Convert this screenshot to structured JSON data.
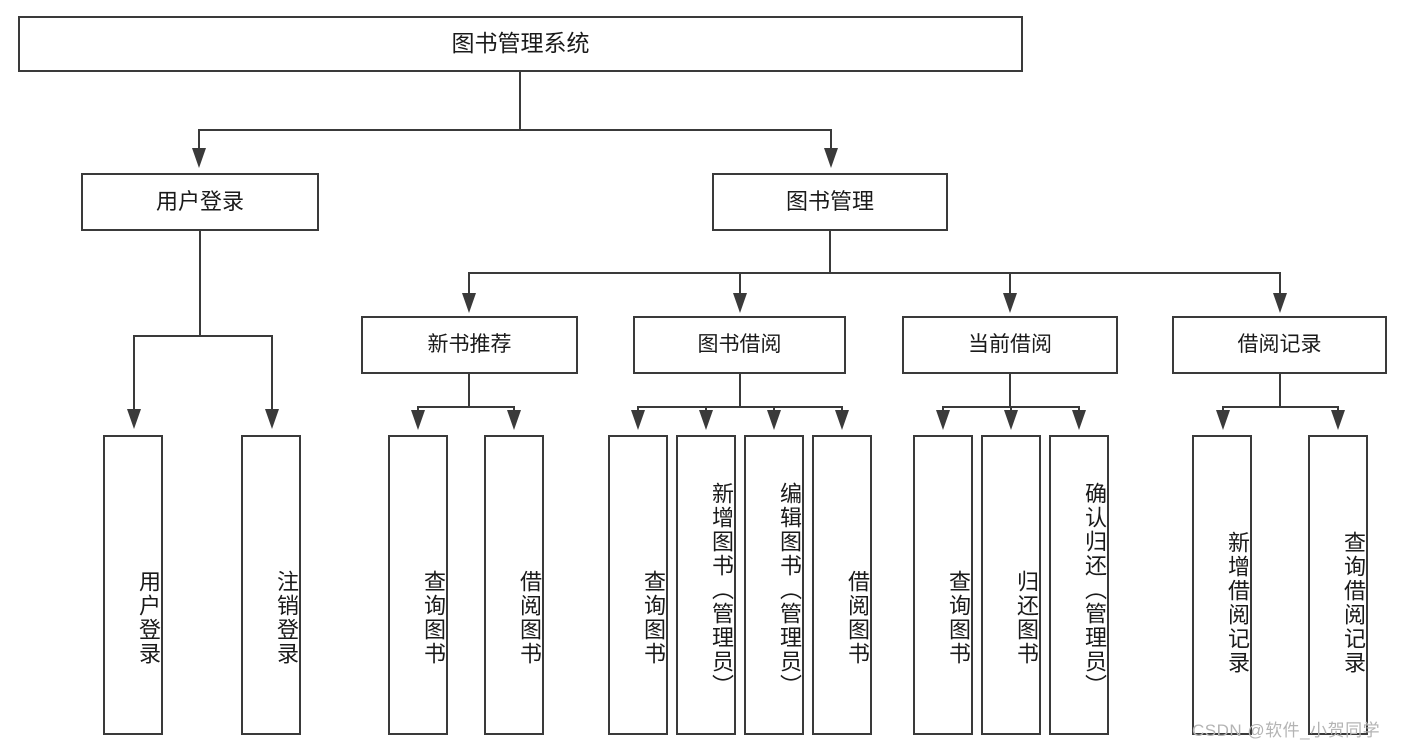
{
  "diagram": {
    "type": "tree-hierarchy-chart",
    "title": "图书管理系统",
    "watermark": "CSDN @软件_小贺同学",
    "colors": {
      "stroke": "#3a3a3a",
      "fill": "#ffffff",
      "text": "#1a1a1a",
      "watermark": "#b4b4b4"
    },
    "root": {
      "label": "图书管理系统"
    },
    "level2": [
      {
        "label": "用户登录"
      },
      {
        "label": "图书管理"
      }
    ],
    "level3": [
      {
        "label": "新书推荐"
      },
      {
        "label": "图书借阅"
      },
      {
        "label": "当前借阅"
      },
      {
        "label": "借阅记录"
      }
    ],
    "leaves": {
      "user_login": [
        {
          "label": "用户登录"
        },
        {
          "label": "注销登录"
        }
      ],
      "new_book_recommend": [
        {
          "label": "查询图书"
        },
        {
          "label": "借阅图书"
        }
      ],
      "book_borrow": [
        {
          "label": "查询图书"
        },
        {
          "label": "新增图书（管理员）"
        },
        {
          "label": "编辑图书（管理员）"
        },
        {
          "label": "借阅图书"
        }
      ],
      "current_borrow": [
        {
          "label": "查询图书"
        },
        {
          "label": "归还图书"
        },
        {
          "label": "确认归还（管理员）"
        }
      ],
      "borrow_record": [
        {
          "label": "新增借阅记录"
        },
        {
          "label": "查询借阅记录"
        }
      ]
    }
  }
}
